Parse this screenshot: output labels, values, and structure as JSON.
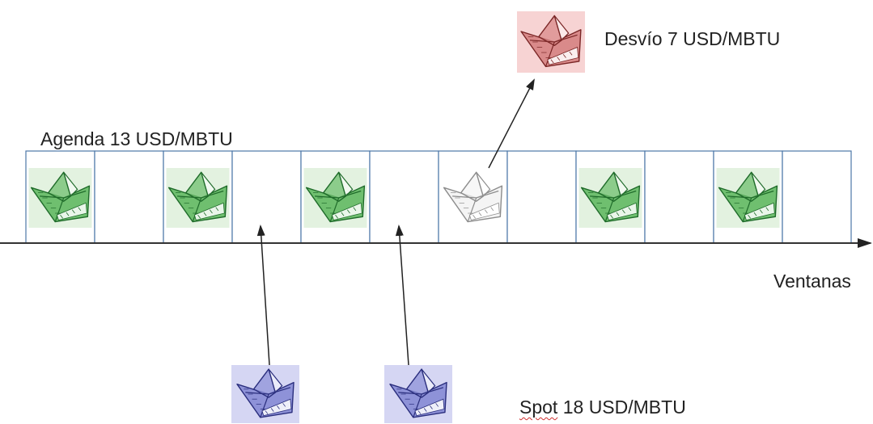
{
  "labels": {
    "agenda": "Agenda 13 USD/MBTU",
    "desvio": "Desvío 7 USD/MBTU",
    "ventanas": "Ventanas",
    "spot_word": "Spot",
    "spot_rest": " 18 USD/MBTU"
  },
  "windows": [
    {
      "state": "agenda"
    },
    {
      "state": "empty"
    },
    {
      "state": "agenda"
    },
    {
      "state": "empty"
    },
    {
      "state": "agenda"
    },
    {
      "state": "empty"
    },
    {
      "state": "diverted"
    },
    {
      "state": "empty"
    },
    {
      "state": "agenda"
    },
    {
      "state": "empty"
    },
    {
      "state": "agenda"
    },
    {
      "state": "empty"
    }
  ],
  "colors": {
    "agenda_bg": "#e3f2e0",
    "agenda_line": "#1f6b2a",
    "agenda_fill": "#6fbf6f",
    "desvio_bg": "#f7d3d3",
    "desvio_line": "#7a2626",
    "desvio_fill": "#d98a8a",
    "diverted_line": "#8c8c8c",
    "diverted_fill": "#f4f4f4",
    "spot_bg": "#d5d6f3",
    "spot_line": "#2a2e7d",
    "spot_fill": "#8e92d8",
    "box_border": "#4d77a8",
    "axis": "#333333"
  },
  "icons": {
    "ship": "paper-boat-icon"
  }
}
